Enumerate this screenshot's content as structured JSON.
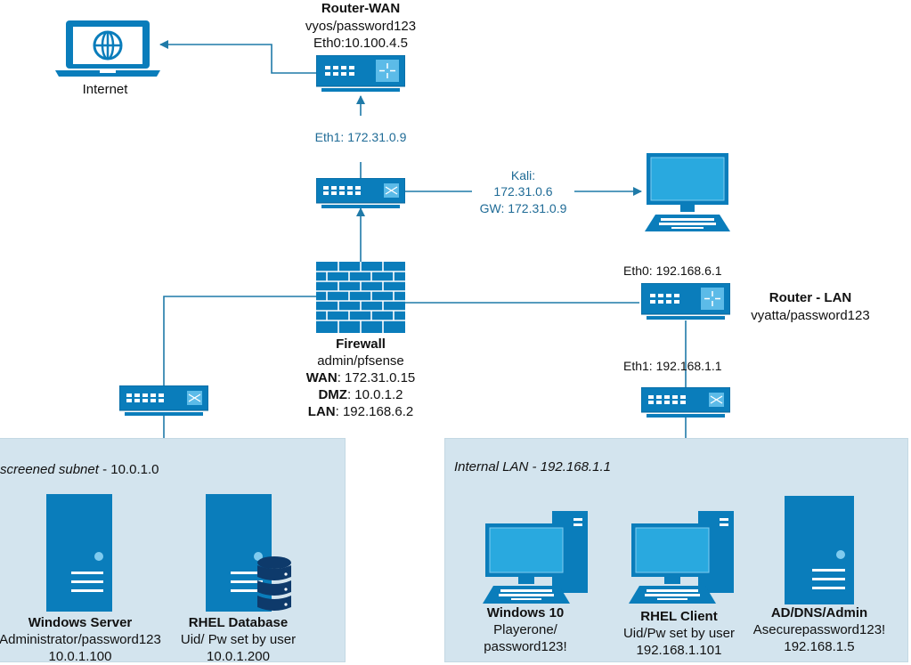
{
  "colors": {
    "device_blue": "#0a7dbb",
    "device_light": "#5cbbe8",
    "wire": "#1f7aa8",
    "zone_bg": "#d3e4ee",
    "db_navy": "#0e3a6b"
  },
  "internet": {
    "label": "Internet",
    "icon": "laptop-globe-icon"
  },
  "router_wan": {
    "title": "Router-WAN",
    "creds": "vyos/password123",
    "eth0": "Eth0:10.100.4.5",
    "eth1": "Eth1: 172.31.0.9",
    "icon": "router-icon"
  },
  "switch_top": {
    "icon": "switch-icon"
  },
  "kali": {
    "line1": "Kali:",
    "line2": "172.31.0.6",
    "line3": "GW: 172.31.0.9",
    "icon": "desktop-monitor-icon"
  },
  "firewall": {
    "title": "Firewall",
    "creds": "admin/pfsense",
    "wan_key": "WAN",
    "wan_val": ": 172.31.0.15",
    "dmz_key": "DMZ",
    "dmz_val": ": 10.0.1.2",
    "lan_key": "LAN",
    "lan_val": ": 192.168.6.2",
    "icon": "firewall-brick-icon"
  },
  "router_lan": {
    "title": "Router - LAN",
    "creds": "vyatta/password123",
    "eth0": "Eth0: 192.168.6.1",
    "eth1": "Eth1: 192.168.1.1",
    "icon": "router-icon"
  },
  "dmz_zone": {
    "title_italic": "screened subnet",
    "title_rest": " - 10.0.1.0",
    "hosts": [
      {
        "name": "Windows Server",
        "line1": "Administrator/password123",
        "line2": "10.0.1.100",
        "icon": "server-tower-icon"
      },
      {
        "name": "RHEL Database",
        "line1": "Uid/ Pw set by user",
        "line2": "10.0.1.200",
        "icon": "database-server-icon"
      }
    ]
  },
  "lan_zone": {
    "title": "Internal LAN - 192.168.1.1",
    "hosts": [
      {
        "name": "Windows 10",
        "line1": "Playerone/",
        "line2": "password123!",
        "icon": "desktop-pc-icon"
      },
      {
        "name": "RHEL Client",
        "line1": "Uid/Pw set by user",
        "line2": "192.168.1.101",
        "icon": "desktop-pc-icon"
      },
      {
        "name": "AD/DNS/Admin",
        "line1": "Asecurepassword123!",
        "line2": "192.168.1.5",
        "icon": "server-tower-icon"
      }
    ]
  }
}
